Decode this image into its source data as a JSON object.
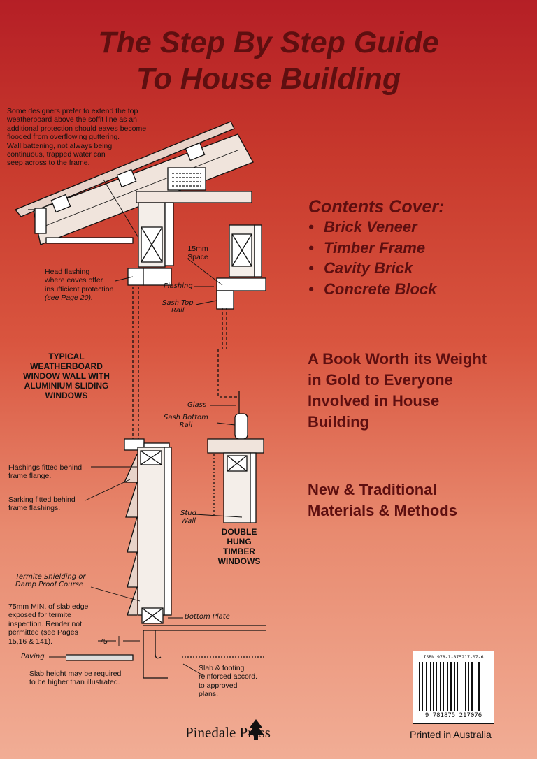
{
  "title": {
    "line1": "The Step By Step Guide",
    "line2": "To House Building"
  },
  "notes": {
    "top_note": [
      "Some designers prefer to extend the top",
      "weatherboard above the soffit line as an",
      "additional protection should eaves become",
      "flooded from overflowing guttering.",
      "Wall battening, not always being",
      "continuous, trapped water can",
      "seep across to the frame."
    ],
    "head_flashing": [
      "Head flashing",
      "where eaves offer",
      "insufficient protection",
      "(see Page 20)."
    ],
    "flashings_fitted": [
      "Flashings fitted behind",
      "frame flange."
    ],
    "sarking_fitted": [
      "Sarking fitted behind",
      "frame flashings."
    ],
    "slab_edge": [
      "75mm MIN. of slab edge",
      "exposed for termite",
      "inspection. Render not",
      "permitted (see Pages",
      "15,16 & 141)."
    ],
    "slab_height": [
      "Slab height may be required",
      "to be higher than illustrated."
    ],
    "slab_footing": [
      "Slab & footing",
      "reinforced accord.",
      "to approved",
      "plans."
    ],
    "space_15mm": [
      "15mm",
      "Space"
    ],
    "dim_75": "75"
  },
  "handwritten": {
    "flashing": "Flashing",
    "sash_top_rail": [
      "Sash Top",
      "Rail"
    ],
    "glass": "Glass",
    "sash_bottom_rail": [
      "Sash Bottom",
      "Rail"
    ],
    "stud_wall": [
      "Stud",
      "Wall"
    ],
    "termite_shielding": [
      "Termite Shielding or",
      "Damp Proof Course"
    ],
    "bottom_plate": "Bottom Plate",
    "paving": "Paving"
  },
  "diagram_labels": {
    "weatherboard": [
      "TYPICAL",
      "WEATHERBOARD",
      "WINDOW WALL WITH",
      "ALUMINIUM SLIDING",
      "WINDOWS"
    ],
    "double_hung": [
      "DOUBLE",
      "HUNG",
      "TIMBER",
      "WINDOWS"
    ]
  },
  "contents": {
    "heading": "Contents Cover:",
    "bullet": "•",
    "items": [
      "Brick Veneer",
      "Timber Frame",
      "Cavity Brick",
      "Concrete Block"
    ]
  },
  "promo": {
    "line1": [
      "A Book Worth its Weight",
      "in Gold to Everyone",
      "Involved in House",
      "Building"
    ],
    "line2": [
      "New & Traditional",
      "Materials & Methods"
    ]
  },
  "barcode": {
    "isbn_label": "ISBN 978-1-875217-07-6",
    "number": "9 781875 217076"
  },
  "footer": {
    "publisher": "Pinedale Press",
    "printed": "Printed in Australia"
  },
  "colors": {
    "title": "#5e0f10",
    "background_top": "#b51f26",
    "background_bottom": "#f1ad95"
  }
}
